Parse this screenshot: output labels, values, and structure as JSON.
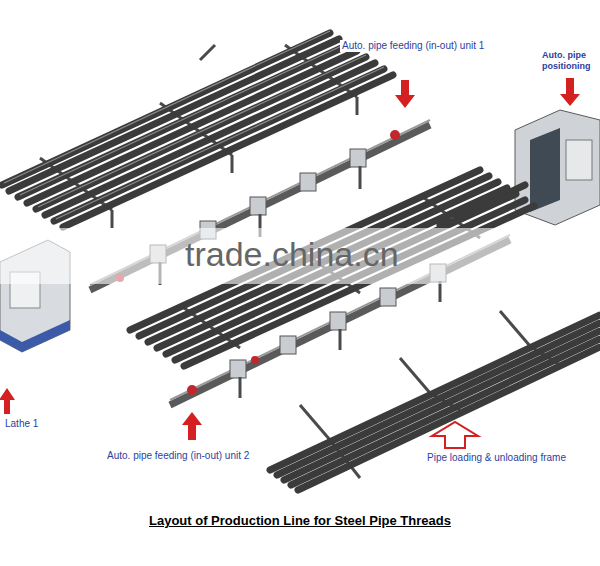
{
  "diagram": {
    "caption": "Layout of Production Line for Steel Pipe Threads",
    "labels": [
      "Auto. pipe feeding (in-out) unit 1",
      "Auto. pipe positioning",
      "trade.china.cn",
      "Lathe 1",
      "Auto. pipe feeding (in-out) unit 2",
      "Pipe loading & unloading frame"
    ]
  }
}
